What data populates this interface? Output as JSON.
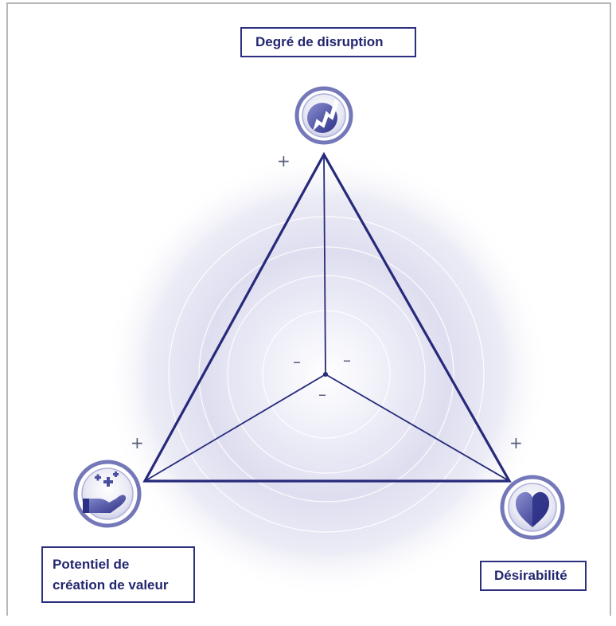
{
  "axes": {
    "top": {
      "label": "Degré de disruption",
      "icon": "lightning-bolt-icon",
      "max_sign": "+",
      "min_sign": "–"
    },
    "left": {
      "label_line1": "Potentiel de",
      "label_line2": "création de valeur",
      "icon": "hand-with-plus-icon",
      "max_sign": "+",
      "min_sign": "–"
    },
    "right": {
      "label": "Désirabilité",
      "icon": "heart-icon",
      "max_sign": "+",
      "min_sign": "–"
    }
  },
  "colors": {
    "line": "#262a7a",
    "label_text": "#23266f",
    "icon_ring": "#5a5ea8",
    "glow": "#dcdcef"
  }
}
